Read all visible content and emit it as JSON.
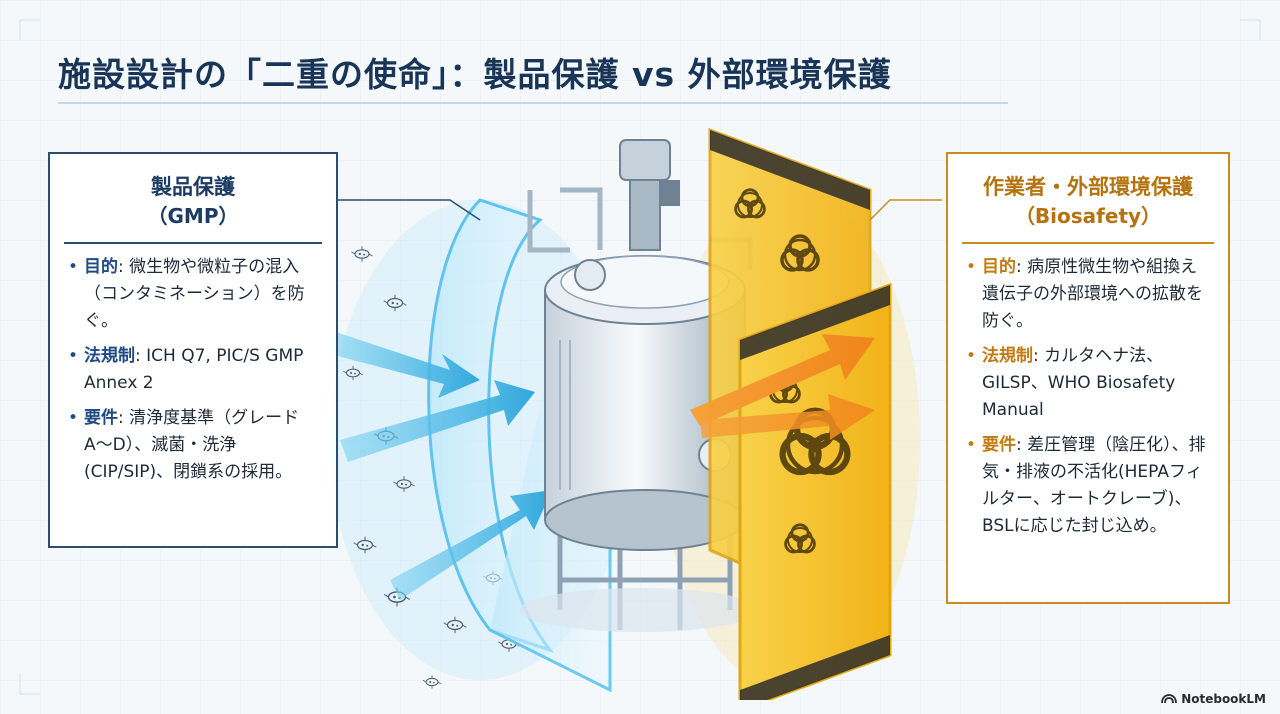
{
  "title": "施設設計の「二重の使命」：製品保護 vs 外部環境保護",
  "left_panel": {
    "title": "製品保護",
    "subtitle": "（GMP）",
    "items": [
      {
        "key": "目的",
        "text": ": 微生物や微粒子の混入（コンタミネーション）を防ぐ。"
      },
      {
        "key": "法規制",
        "text": ": ICH Q7, PIC/S GMP Annex 2"
      },
      {
        "key": "要件",
        "text": ": 清浄度基準（グレードA〜D）、滅菌・洗浄(CIP/SIP)、閉鎖系の採用。"
      }
    ]
  },
  "right_panel": {
    "title": "作業者・外部環境保護",
    "subtitle": "（Biosafety）",
    "items": [
      {
        "key": "目的",
        "text": ": 病原性微生物や組換え遺伝子の外部環境への拡散を防ぐ。"
      },
      {
        "key": "法規制",
        "text": ": カルタヘナ法、GILSP、WHO Biosafety Manual"
      },
      {
        "key": "要件",
        "text": ": 差圧管理（陰圧化）、排気・排液の不活化(HEPAフィルター、オートクレーブ)、BSLに応じた封じ込め。"
      }
    ]
  },
  "brand": "NotebookLM",
  "colors": {
    "navy": "#1d3c63",
    "gold": "#c98a1e",
    "barrier_blue": "#5fc3ee",
    "hazard_yellow": "#f6c623"
  },
  "icons": [
    "biohazard-icon",
    "microbe-icon",
    "reactor-tank"
  ]
}
